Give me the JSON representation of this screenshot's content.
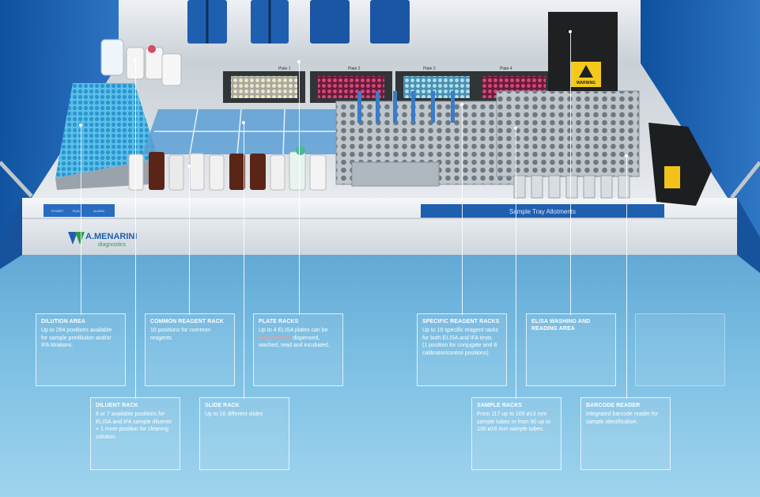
{
  "machine": {
    "brand_name": "A.MENARINI",
    "brand_sub": "diagnostics",
    "warning_label": "WARNING",
    "plate_labels": [
      "Plate 1",
      "Plate 2",
      "Plate 3",
      "Plate 4"
    ],
    "tray_strip_label": "Sample Tray Allotments",
    "panel_labels": [
      "POWER",
      "RUN",
      "ALARM"
    ]
  },
  "callouts": [
    {
      "id": "dilution",
      "title": "DILUTION AREA",
      "desc": "Up to 264 positions available\nfor sample predilution and/or\nIFA titrations."
    },
    {
      "id": "common-reagent",
      "title": "COMMON REAGENT RACK",
      "desc": "10 positions for common\nreagents"
    },
    {
      "id": "plate",
      "title": "PLATE RACKS",
      "desc_pre": "Up to 4 ELISA plates can be\n",
      "desc_hl": "indipendently",
      "desc_post": " dispensed,\nwashed, read and incubated."
    },
    {
      "id": "specific-reagent",
      "title": "SPECIFIC REAGENT RACKS",
      "desc": "Up to 10 specific reagent racks\nfor both ELISA and IFA tests.\n(1 position for conjugate and 8\ncalibrator/control positions)"
    },
    {
      "id": "elisa-washing",
      "title": "ELISA WASHING AND\nREADING AREA",
      "desc": ""
    },
    {
      "id": "diluent",
      "title": "DILUENT RACK",
      "desc": "6 or 7 available positions for\nELISA and IFA sample diluents\n+ 1 more position for cleaning\nsolution."
    },
    {
      "id": "slide",
      "title": "SLIDE RACK",
      "desc": "Up to 16 different slides"
    },
    {
      "id": "sample",
      "title": "SAMPLE RACKS",
      "desc": "From 117 up to 169 ø13 mm\nsample tubes or from 90 up to\n130  ø16 mm sample tubes."
    },
    {
      "id": "barcode",
      "title": "BARCODE READER",
      "desc": "Integrated barcode reader for\nsample identification."
    }
  ]
}
